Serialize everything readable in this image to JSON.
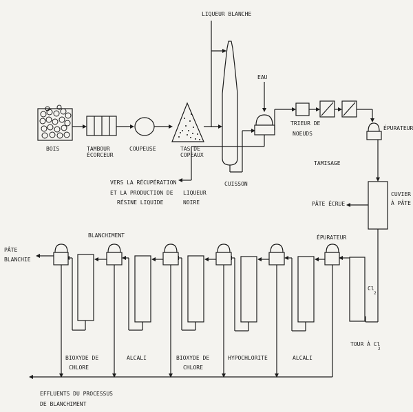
{
  "labels": {
    "liqueur_blanche": "LIQUEUR BLANCHE",
    "eau": "EAU",
    "bois": "BOIS",
    "tambour_1": "TAMBOUR",
    "tambour_2": "ÉCORCEUR",
    "coupeuse": "COUPEUSE",
    "tas_1": "TAS DE",
    "tas_2": "COPEAUX",
    "trieur_1": "TRIEUR DE",
    "trieur_2": "NOEUDS",
    "epurateur_top": "ÉPURATEUR",
    "tamisage": "TAMISAGE",
    "cuisson": "CUISSON",
    "recup_1": "VERS LA RÉCUPÉRATION",
    "recup_2": "ET LA PRODUCTION DE",
    "recup_3": "RÉSINE LIQUIDE",
    "liqueur_noire_1": "LIQUEUR",
    "liqueur_noire_2": "NOIRE",
    "cuvier_1": "CUVIER",
    "cuvier_2": "À PÂTE",
    "pate_ecrue": "PÂTE ÉCRUE",
    "blanchiment": "BLANCHIMENT",
    "epurateur_bottom": "ÉPURATEUR",
    "pate_blanchie_1": "PÂTE",
    "pate_blanchie_2": "BLANCHIE",
    "cl2": "Cl",
    "cl2_sub": "2",
    "tour_cl2": "TOUR À Cl",
    "tour_cl2_sub": "2",
    "stage_1a": "BIOXYDE DE",
    "stage_1b": "CHLORE",
    "stage_2": "ALCALI",
    "stage_3a": "BIOXYDE DE",
    "stage_3b": "CHLORE",
    "stage_4": "HYPOCHLORITE",
    "stage_5": "ALCALI",
    "effluents_1": "EFFLUENTS DU PROCESSUS",
    "effluents_2": "DE BLANCHIMENT"
  },
  "colors": {
    "ink": "#1c1c1c",
    "paper": "#f4f3ef"
  }
}
